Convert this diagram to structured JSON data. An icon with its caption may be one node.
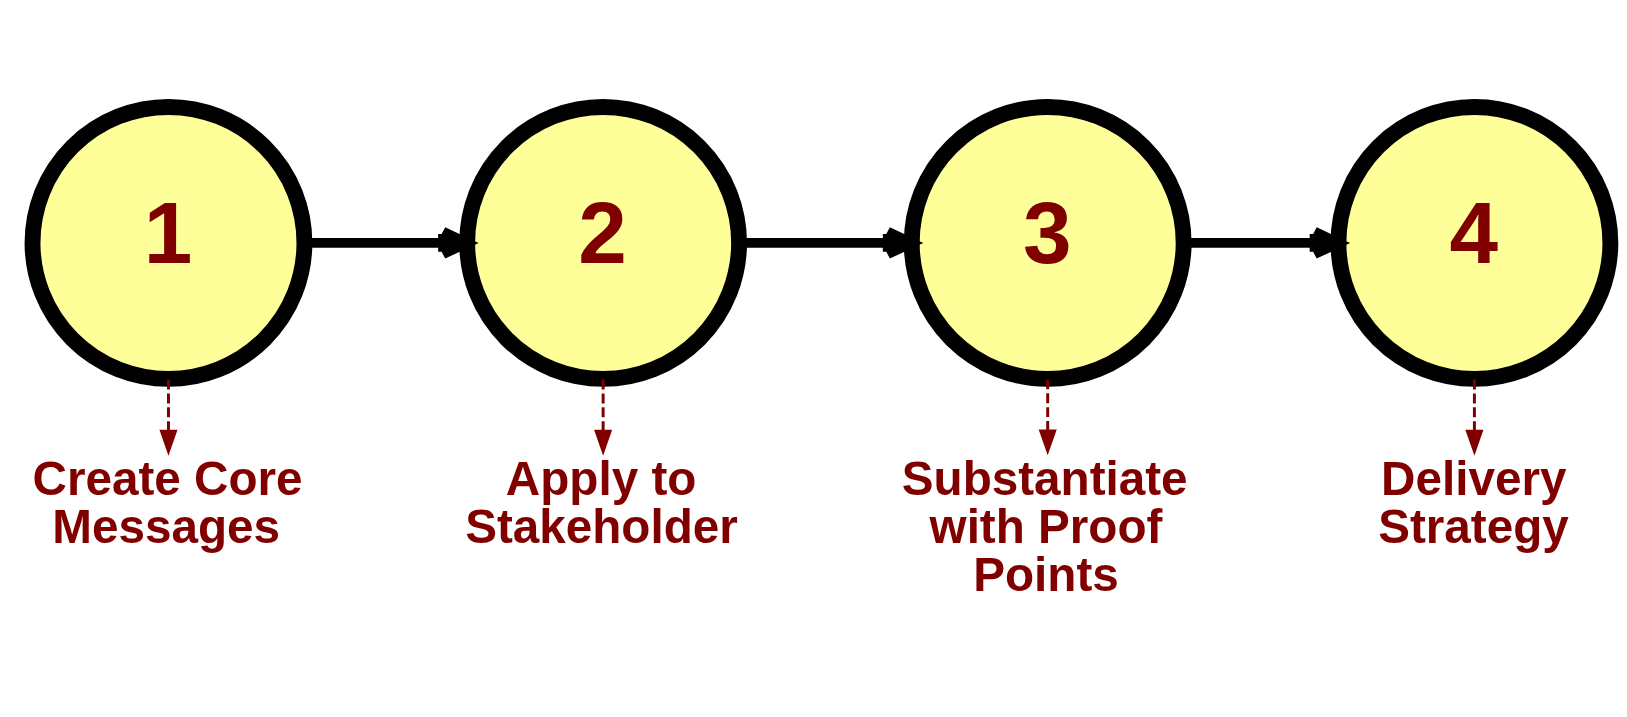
{
  "diagram": {
    "nodes": [
      {
        "text": [
          "1"
        ]
      },
      {
        "text": [
          "2"
        ]
      },
      {
        "text": [
          "3"
        ]
      },
      {
        "text": [
          "4"
        ]
      },
      {
        "text": [
          "Create Core Messages"
        ]
      },
      {
        "text": [
          "Apply to Stakeholder"
        ]
      },
      {
        "text": [
          "Substantiate with Proof Points"
        ]
      },
      {
        "text": [
          "Delivery Strategy"
        ]
      }
    ],
    "edges": [
      {
        "from": 0,
        "to": 1,
        "arrow": "to",
        "style": "thick",
        "color": "#000000"
      },
      {
        "from": 1,
        "to": 2,
        "arrow": "to",
        "style": "thick",
        "color": "#000000"
      },
      {
        "from": 2,
        "to": 3,
        "arrow": "to",
        "style": "thick",
        "color": "#000000"
      },
      {
        "from": 0,
        "to": 4,
        "arrow": "to",
        "style": "dashed",
        "color": "#800000"
      },
      {
        "from": 1,
        "to": 5,
        "arrow": "to",
        "style": "dashed",
        "color": "#800000"
      },
      {
        "from": 2,
        "to": 6,
        "arrow": "to",
        "style": "dashed",
        "color": "#800000"
      },
      {
        "from": 3,
        "to": 7,
        "arrow": "to",
        "style": "dashed",
        "color": "#800000"
      }
    ]
  }
}
